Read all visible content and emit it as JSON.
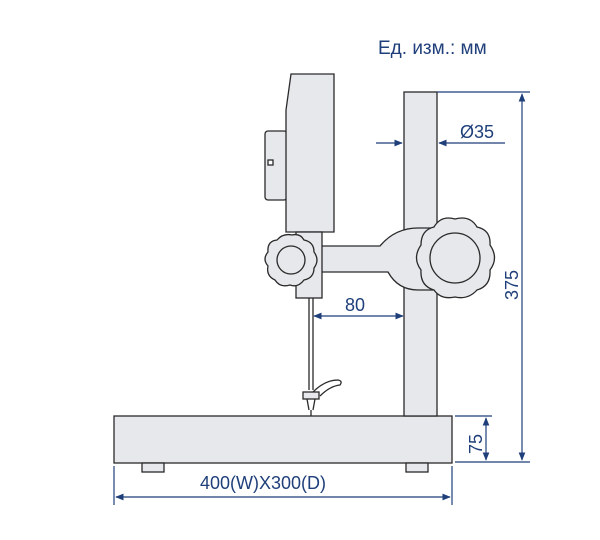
{
  "units_label": "Ед. изм.: мм",
  "dimensions": {
    "diameter": "Ø35",
    "arm_reach": "80",
    "total_height": "375",
    "base_height": "75",
    "base_size": "400(W)X300(D)"
  },
  "colors": {
    "body_fill": "#e6e8eb",
    "outline": "#2a2a2a",
    "dimension": "#1f3f7a"
  }
}
